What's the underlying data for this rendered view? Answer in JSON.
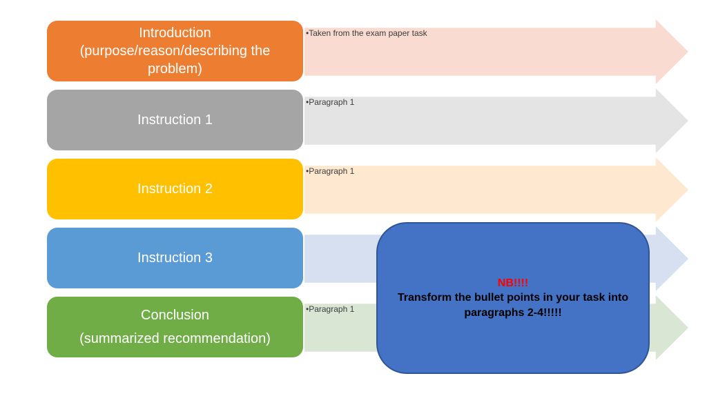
{
  "slide": {
    "background_color": "#FFFFFF",
    "title_text_color": "#FFFFFF",
    "arrow_label_color": "#3B3B3B",
    "rows": [
      {
        "title": "Introduction\n(purpose/reason/describing the problem)",
        "box_color": "#ED7D31",
        "arrow_color": "#F9DBD1",
        "arrow_label": "•Taken from the exam paper task"
      },
      {
        "title": "Instruction 1",
        "box_color": "#A5A5A5",
        "arrow_color": "#E5E4E4",
        "arrow_label": "•Paragraph 1"
      },
      {
        "title": "Instruction 2",
        "box_color": "#FFC000",
        "arrow_color": "#FEE8CF",
        "arrow_label": "•Paragraph 1"
      },
      {
        "title": "Instruction 3",
        "box_color": "#5B9BD5",
        "arrow_color": "#D6E0F0",
        "arrow_label": ""
      },
      {
        "title": "Conclusion\n(summarized recommendation)",
        "box_color": "#70AD47",
        "arrow_color": "#D9E6D3",
        "arrow_label": "•Paragraph 1"
      }
    ],
    "callout": {
      "heading": "NB!!!!",
      "heading_color": "#FF0000",
      "body": "Transform the bullet points in your task into\nparagraphs 2-4!!!!!",
      "body_text_color": "#000000",
      "bg_color": "#4472C4",
      "border_color": "#2F5597"
    }
  }
}
